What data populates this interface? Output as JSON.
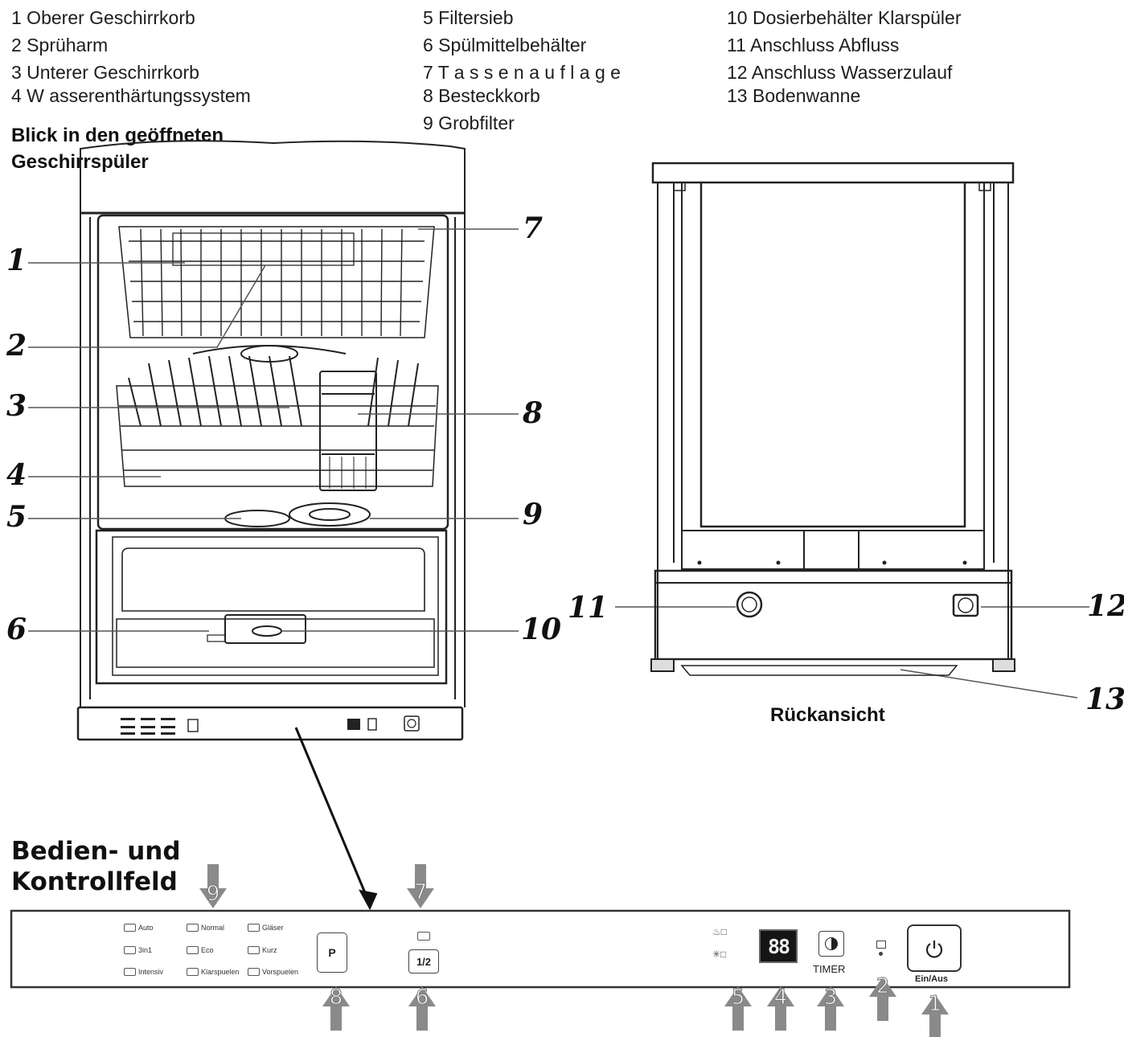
{
  "legend": {
    "col1": [
      "1 Oberer Geschirrkorb",
      "2 Sprüharm",
      "3 Unterer Geschirrkorb",
      "4  W   asserenthärtungssystem"
    ],
    "col2": [
      "5 Filtersieb",
      "6 Spülmittelbehälter",
      "7  T  a  s  s  e  n  a  u  f  l  a  g  e",
      "8 Besteckkorb",
      "9 Grobfilter"
    ],
    "col3": [
      "10 Dosierbehälter Klarspüler",
      "11 Anschluss Abfluss",
      "12        Anschluss          Wasserzulauf",
      "13 Bodenwanne"
    ]
  },
  "headings": {
    "open_view": [
      "Blick in den geöffneten",
      "Geschirrspüler"
    ],
    "rear_view": "Rückansicht",
    "panel": [
      "Bedien- und",
      "Kontrollfeld"
    ]
  },
  "callouts_left": [
    "1",
    "2",
    "3",
    "4",
    "5",
    "6"
  ],
  "callouts_right": [
    "7",
    "8",
    "9",
    "10"
  ],
  "callouts_rear": [
    "11",
    "12",
    "13"
  ],
  "panel": {
    "programs": [
      "Auto",
      "Normal",
      "Gläser",
      "3in1",
      "Eco",
      "Kurz",
      "Intensiv",
      "Klarspuelen",
      "Vorspuelen"
    ],
    "p_button": "P",
    "half_button": "1/2",
    "display": "88",
    "timer_label": "TIMER",
    "power_label": "Ein/Aus",
    "arrow_numbers_top": [
      "9",
      "7"
    ],
    "arrow_numbers_bottom": [
      "8",
      "6",
      "5",
      "4",
      "3",
      "2",
      "1"
    ]
  }
}
